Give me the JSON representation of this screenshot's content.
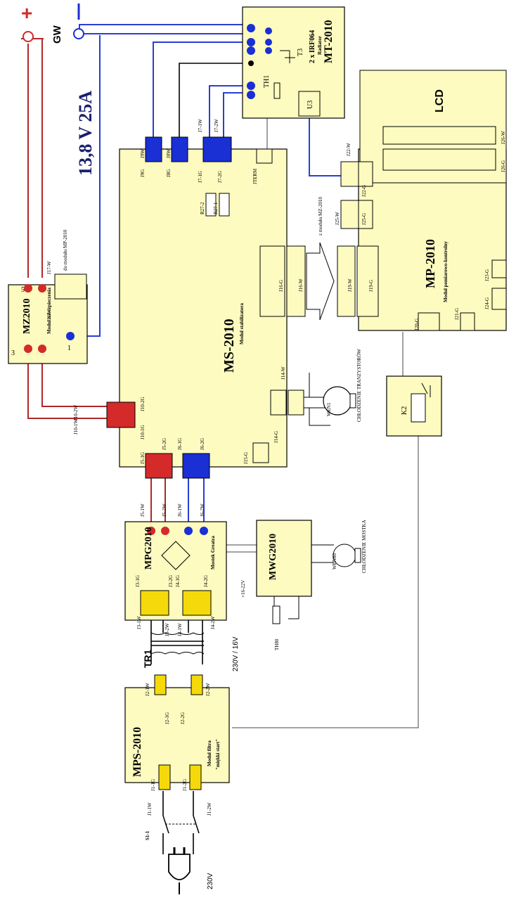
{
  "colors": {
    "positive": "#d42a2a",
    "negative": "#1a2fd4",
    "module_fill": "#fdfbbf",
    "connector_yellow": "#f5d90a"
  },
  "supply": {
    "plus": "+",
    "minus": "–",
    "gw": "GW",
    "rating": "13,8 V  25A"
  },
  "mt": {
    "title": "MT-2010",
    "transistors": "2 x IRF064",
    "radiator": "Radiator",
    "t3": "T3",
    "th1": "TH1",
    "u3": "U3"
  },
  "ms": {
    "title": "MS-2010",
    "subtitle": "Moduł stabilizatora",
    "j9g": "J9G",
    "j8g": "J8G",
    "j71g": "J7-1G",
    "j72g": "J7-2G",
    "jterm": "JTERM",
    "j9w": "J9W",
    "j8w": "J8W",
    "j71w": "J7-1W",
    "j72w": "J7-2W",
    "r272": "R27-2",
    "r271": "R27-1",
    "j16g": "J16-G",
    "j16w": "J16-W",
    "j14w": "J14-W",
    "j14g": "J14-G",
    "j15g": "J15-G",
    "j51g": "J5-1G",
    "j52g": "J5-2G",
    "j61g": "J6-1G",
    "j62g": "J6-2G",
    "j101g": "J10-1G",
    "j102g": "J10-2G",
    "j101w": "J10-1W",
    "j102w": "J10-2W"
  },
  "mz": {
    "title": "MZ2010",
    "subtitle": "Moduł zabezpieczenia",
    "j17w": "J17-W",
    "j17g": "J17-G",
    "to_mp": "do modułu MP-2010",
    "pin5": "5",
    "pin3": "3",
    "pin1": "1"
  },
  "mp": {
    "title": "MP-2010",
    "subtitle": "Moduł pomiarowo-kontrolny",
    "lcd": "LCD",
    "j22w": "J22-W",
    "j22g": "J22-G",
    "j25w": "J25-W",
    "j25g": "J25-G",
    "j19w": "J19-W",
    "j19g": "J19-G",
    "j20g": "J20-G",
    "j21g": "J21-G",
    "j24g": "J24-G",
    "j23g": "J23-G",
    "j26g": "J26-G",
    "j26w": "J26-W",
    "from_mz": "z modułu MZ-2010"
  },
  "fan1": {
    "name": "WEN1",
    "label": "CHŁODZENIE TRANZYSTORÓW"
  },
  "relay": {
    "name": "K2"
  },
  "mpg": {
    "title": "MPG2010",
    "subtitle": "Mostek Greatza",
    "j51w": "J5-1W",
    "j52w": "J5-2W",
    "j61w": "J6-1W",
    "j62w": "J6-2W",
    "j31g": "J3-1G",
    "j32g": "J3-2G",
    "j41g": "J4-1G",
    "j42g": "J4-2G",
    "j31w": "J3-1W",
    "j32w": "J3-2W",
    "j41w": "J4-1W",
    "j42w": "J4-2W",
    "vin": "+16-22V"
  },
  "mwg": {
    "title": "MWG2010",
    "fan": "WEN80",
    "fan_label": "CHŁODZENIE MOSTKA",
    "th": "TH80"
  },
  "tr1": {
    "name": "TR1",
    "ratio": "230V / 16V"
  },
  "mps": {
    "title": "MPS-2010",
    "subtitle": "Moduł filtra",
    "subtitle2": "\"miękki start\"",
    "j21w": "J2-1W",
    "j22w": "J2-2W",
    "j21g": "J2-1G",
    "j22g": "J2-2G",
    "j11g": "J1-1G",
    "j12g": "J1-2G",
    "j11w": "J1-1W",
    "j12w": "J1-2W"
  },
  "mains": {
    "switch": "S1-1",
    "voltage": "230V"
  }
}
